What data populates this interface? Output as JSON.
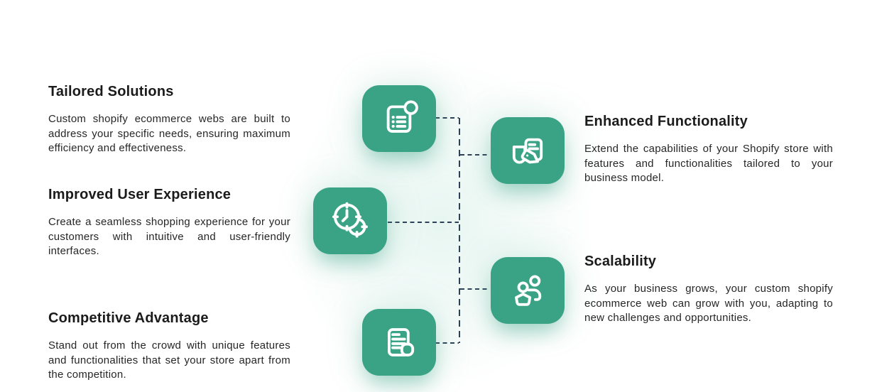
{
  "colors": {
    "background": "#ffffff",
    "tile_green": "#3BA385",
    "icon_stroke": "#ffffff",
    "connector_navy": "#2E4156",
    "heading_text": "#1B1B1B",
    "body_text": "#262626"
  },
  "features": [
    {
      "title": "Tailored Solutions",
      "description": "Custom shopify ecommerce webs are built to address your specific needs, ensuring maximum efficiency and effectiveness.",
      "icon": "checklist-document-icon"
    },
    {
      "title": "Improved User Experience",
      "description": "Create a seamless shopping experience for your customers with intuitive and user-friendly interfaces.",
      "icon": "clock-history-icon"
    },
    {
      "title": "Competitive Advantage",
      "description": "Stand out from the crowd with unique features and functionalities that set your store apart from the competition.",
      "icon": "receipt-document-icon"
    },
    {
      "title": "Enhanced Functionality",
      "description": "Extend the capabilities of your Shopify store with features and functionalities tailored to your business model.",
      "icon": "document-tag-icon"
    },
    {
      "title": "Scalability",
      "description": "As your business grows, your custom shopify ecommerce web can grow with you, adapting to new challenges and opportunities.",
      "icon": "team-users-icon"
    }
  ]
}
